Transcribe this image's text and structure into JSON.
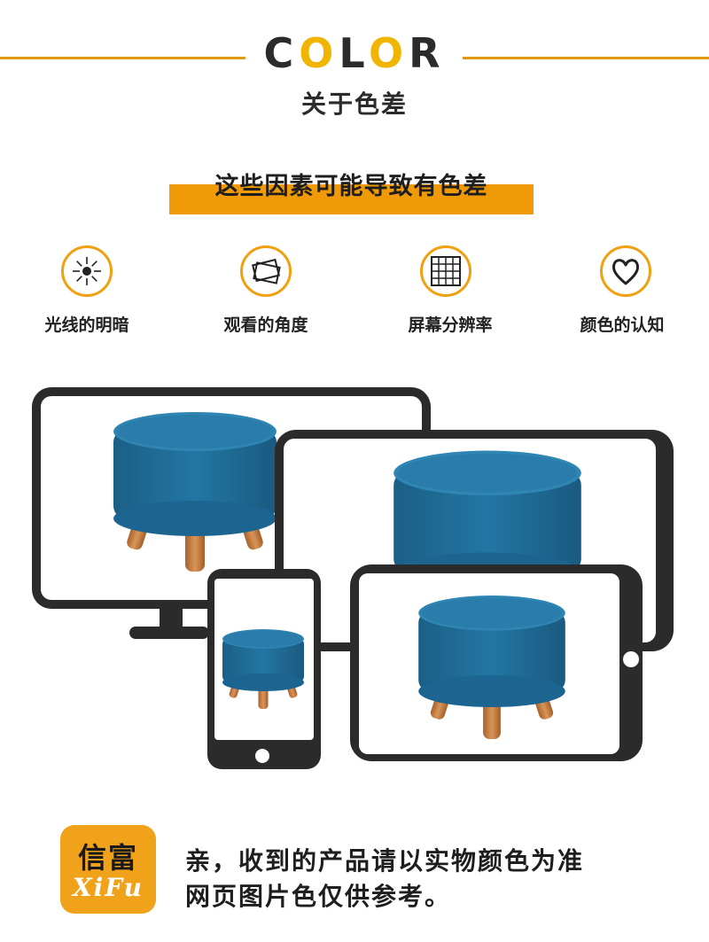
{
  "header": {
    "title_c": "C",
    "title_o1": "O",
    "title_l": "L",
    "title_o2": "O",
    "title_r": "R",
    "subtitle": "关于色差"
  },
  "factors": {
    "heading": "这些因素可能导致有色差",
    "items": [
      {
        "label": "光线的明暗",
        "icon": "sun-icon"
      },
      {
        "label": "观看的角度",
        "icon": "angle-icon"
      },
      {
        "label": "屏幕分辨率",
        "icon": "grid-icon"
      },
      {
        "label": "颜色的认知",
        "icon": "heart-icon"
      }
    ]
  },
  "devices": {
    "items": [
      "monitor",
      "laptop",
      "phone",
      "tablet"
    ],
    "product": "stool",
    "colors": {
      "accent": "#ef9a06",
      "frame": "#2b2b2b",
      "stool_top": "#1f6f9a",
      "stool_leg": "#c47a3c"
    }
  },
  "footer": {
    "brand_cn": "信富",
    "brand_en": "XiFu",
    "line1": "亲，收到的产品请以实物颜色为准",
    "line2": "网页图片色仅供参考。"
  }
}
